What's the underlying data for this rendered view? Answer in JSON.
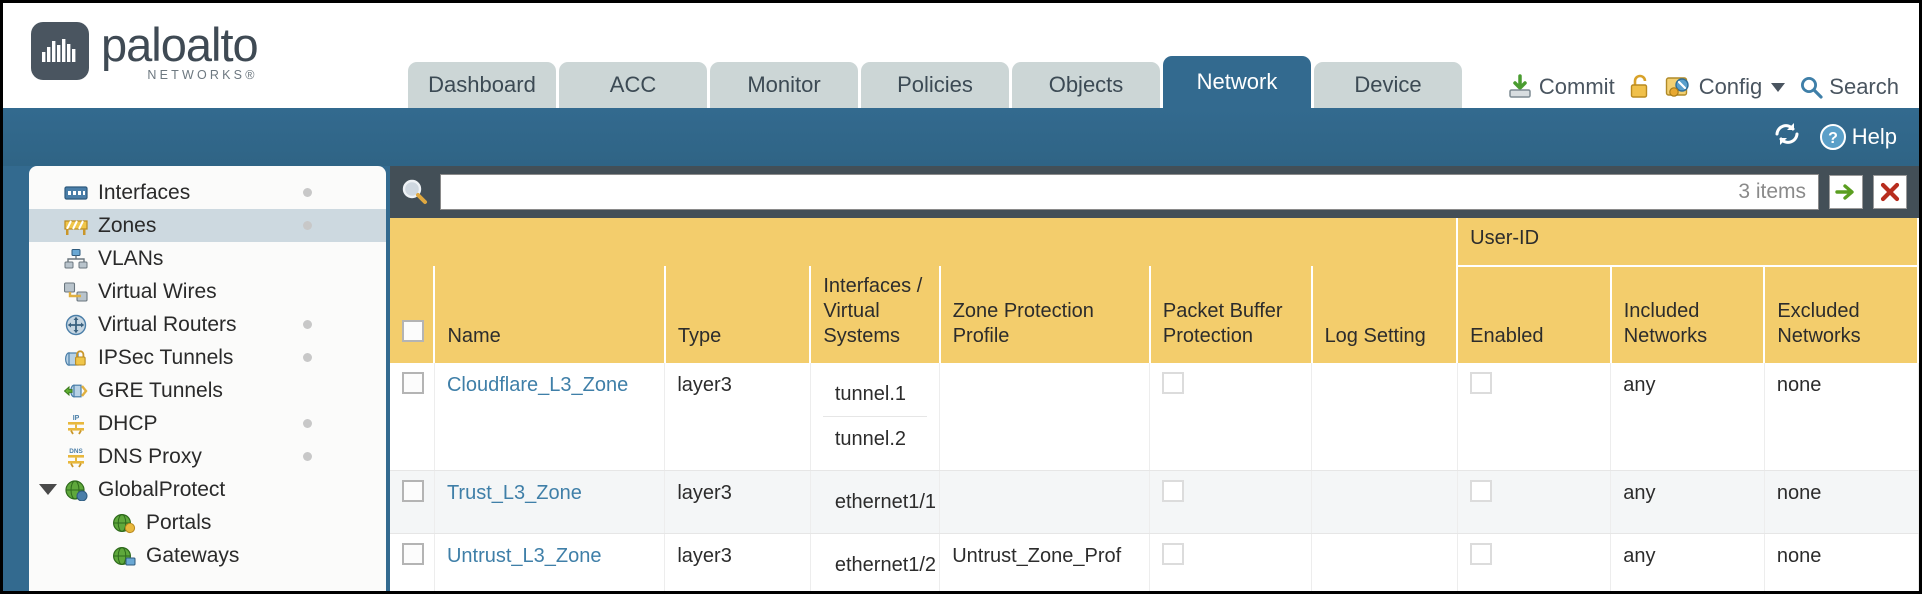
{
  "brand": {
    "name": "paloalto",
    "tagline": "NETWORKS",
    "registered": "®"
  },
  "nav": {
    "tabs": [
      {
        "label": "Dashboard",
        "active": false
      },
      {
        "label": "ACC",
        "active": false
      },
      {
        "label": "Monitor",
        "active": false
      },
      {
        "label": "Policies",
        "active": false
      },
      {
        "label": "Objects",
        "active": false
      },
      {
        "label": "Network",
        "active": true
      },
      {
        "label": "Device",
        "active": false
      }
    ]
  },
  "header_tools": {
    "commit": "Commit",
    "config": "Config",
    "search": "Search",
    "lock_icon": "padlock-icon",
    "commit_icon": "commit-icon",
    "config_icon": "config-icon",
    "search_icon": "search-icon"
  },
  "banner": {
    "refresh_icon": "refresh-icon",
    "help_icon": "help-icon",
    "help_label": "Help"
  },
  "sidebar": {
    "items": [
      {
        "label": "Interfaces",
        "icon": "interfaces-icon",
        "selected": false,
        "dot": true,
        "child": false,
        "expandable": false
      },
      {
        "label": "Zones",
        "icon": "zones-icon",
        "selected": true,
        "dot": true,
        "child": false,
        "expandable": false
      },
      {
        "label": "VLANs",
        "icon": "vlans-icon",
        "selected": false,
        "dot": false,
        "child": false,
        "expandable": false
      },
      {
        "label": "Virtual Wires",
        "icon": "virtual-wires-icon",
        "selected": false,
        "dot": false,
        "child": false,
        "expandable": false
      },
      {
        "label": "Virtual Routers",
        "icon": "virtual-routers-icon",
        "selected": false,
        "dot": true,
        "child": false,
        "expandable": false
      },
      {
        "label": "IPSec Tunnels",
        "icon": "ipsec-tunnels-icon",
        "selected": false,
        "dot": true,
        "child": false,
        "expandable": false
      },
      {
        "label": "GRE Tunnels",
        "icon": "gre-tunnels-icon",
        "selected": false,
        "dot": false,
        "child": false,
        "expandable": false
      },
      {
        "label": "DHCP",
        "icon": "dhcp-icon",
        "selected": false,
        "dot": true,
        "child": false,
        "expandable": false
      },
      {
        "label": "DNS Proxy",
        "icon": "dns-proxy-icon",
        "selected": false,
        "dot": true,
        "child": false,
        "expandable": false
      },
      {
        "label": "GlobalProtect",
        "icon": "globalprotect-icon",
        "selected": false,
        "dot": false,
        "child": false,
        "expandable": true
      },
      {
        "label": "Portals",
        "icon": "portals-icon",
        "selected": false,
        "dot": false,
        "child": true,
        "expandable": false
      },
      {
        "label": "Gateways",
        "icon": "gateways-icon",
        "selected": false,
        "dot": false,
        "child": true,
        "expandable": false
      }
    ]
  },
  "filter": {
    "search_icon": "search-icon",
    "value": "",
    "placeholder": "",
    "items_count": "3 items",
    "apply_icon": "apply-filter-arrow-icon",
    "clear_icon": "clear-filter-x-icon"
  },
  "table": {
    "group_header": "User-ID",
    "columns": [
      "Name",
      "Type",
      "Interfaces / Virtual Systems",
      "Zone Protection Profile",
      "Packet Buffer Protection",
      "Log Setting",
      "Enabled",
      "Included Networks",
      "Excluded Networks"
    ],
    "rows": [
      {
        "name": "Cloudflare_L3_Zone",
        "type": "layer3",
        "interfaces": [
          "tunnel.1",
          "tunnel.2"
        ],
        "zone_protection_profile": "",
        "packet_buffer_protection": false,
        "log_setting": "",
        "userid_enabled": false,
        "included_networks": "any",
        "excluded_networks": "none",
        "selected": false,
        "alt": false
      },
      {
        "name": "Trust_L3_Zone",
        "type": "layer3",
        "interfaces": [
          "ethernet1/1"
        ],
        "zone_protection_profile": "",
        "packet_buffer_protection": false,
        "log_setting": "",
        "userid_enabled": false,
        "included_networks": "any",
        "excluded_networks": "none",
        "selected": false,
        "alt": true
      },
      {
        "name": "Untrust_L3_Zone",
        "type": "layer3",
        "interfaces": [
          "ethernet1/2"
        ],
        "zone_protection_profile": "Untrust_Zone_Prof",
        "packet_buffer_protection": false,
        "log_setting": "",
        "userid_enabled": false,
        "included_networks": "any",
        "excluded_networks": "none",
        "selected": false,
        "alt": false
      }
    ]
  },
  "colors": {
    "brand_blue": "#336a8f",
    "header_gold": "#f3cd6c",
    "group_gold": "#e3ad3c",
    "link_blue": "#3f7fa8",
    "panel_dark": "#434f57"
  }
}
